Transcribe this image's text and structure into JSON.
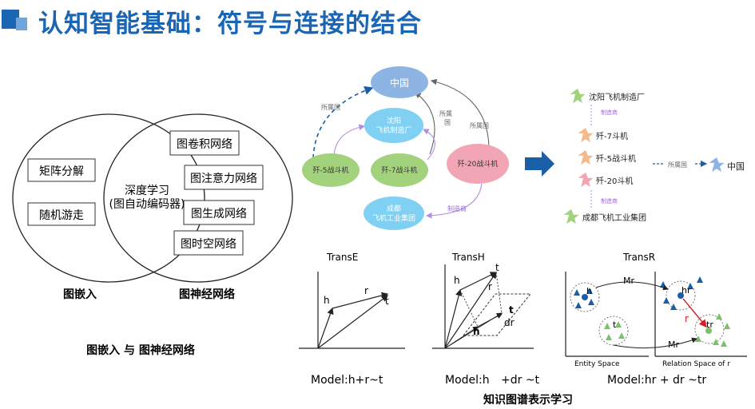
{
  "title": "认知智能基础：符号与连接的结合",
  "colors": {
    "title": "#1a66b5",
    "blue_node": "#8db4e2",
    "green_node": "#a3d27d",
    "pink_node": "#f2a6b5",
    "cyan_node": "#7fd0f3",
    "arrow": "#1b5ea8"
  },
  "venn": {
    "left_items": [
      "矩阵分解",
      "随机游走"
    ],
    "center": [
      "深度学习",
      "(图自动编码器)"
    ],
    "right_items": [
      "图卷积网络",
      "图注意力网络",
      "图生成网络",
      "图时空网络"
    ],
    "left_label": "图嵌入",
    "right_label": "图神经网络",
    "caption": "图嵌入 与 图神经网络"
  },
  "kg": {
    "nodes": {
      "china": "中国",
      "shenyang": [
        "沈阳",
        "飞机制造厂"
      ],
      "j5": "歼-5战斗机",
      "j7": "歼-7战斗机",
      "j20": "歼-20战斗机",
      "chengdu": [
        "成都",
        "飞机工业集团"
      ]
    },
    "edges": {
      "belongs": "所属国",
      "belongs_v": [
        "所属",
        "国"
      ],
      "maker": "制造商"
    }
  },
  "kg_result": {
    "items": [
      "沈阳飞机制造厂",
      "歼-7斗机",
      "歼-5战斗机",
      "歼-20斗机",
      "成都飞机工业集团"
    ],
    "maker": "制造商",
    "belongs": "所属国",
    "china": "中国"
  },
  "models": {
    "transe": {
      "title": "TransE",
      "h": "h",
      "r": "r",
      "t": "t",
      "formula": "Model:h+r~t"
    },
    "transh": {
      "title": "TransH",
      "h": "h",
      "r": "r",
      "t": "t",
      "hb": "h",
      "tb": "t",
      "dr": "dr",
      "formula_pre": "Model:h",
      "formula_post": "+dr ~t"
    },
    "transr": {
      "title": "TransR",
      "h": "h",
      "t": "t",
      "hr": "hr",
      "tr": "tr",
      "r": "r",
      "mr": "Mr",
      "entity_space": "Entity Space",
      "relation_space": "Relation Space of r",
      "formula": "Model:hr + dr ~tr"
    },
    "caption": "知识图谱表示学习"
  }
}
